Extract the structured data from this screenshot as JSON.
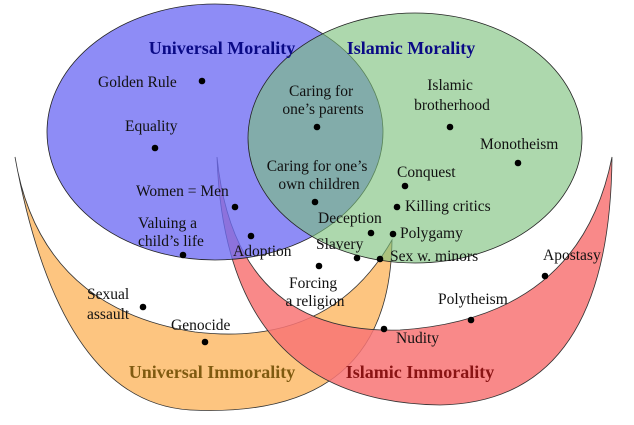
{
  "regions": {
    "universal_morality": {
      "title": "Universal Morality",
      "fill": "#6e6cf4",
      "title_color": "#0a0a86"
    },
    "islamic_morality": {
      "title": "Islamic Morality",
      "fill": "#7bc07b",
      "title_color": "#0a0a86"
    },
    "universal_immorality": {
      "title": "Universal Immorality",
      "fill": "#fdc279",
      "title_color": "#7f5a10"
    },
    "islamic_immorality": {
      "title": "Islamic Immorality",
      "fill": "#f87474",
      "title_color": "#8a1414"
    }
  },
  "items": {
    "golden_rule": [
      "Golden Rule"
    ],
    "equality": [
      "Equality"
    ],
    "women_equal_men": [
      "Women = Men"
    ],
    "valuing_childs_life": [
      "Valuing a",
      "child’s life"
    ],
    "caring_parents": [
      "Caring for",
      "one’s parents"
    ],
    "caring_children": [
      "Caring for one’s",
      "own children"
    ],
    "islamic_brotherhood": [
      "Islamic",
      "brotherhood"
    ],
    "monotheism": [
      "Monotheism"
    ],
    "conquest": [
      "Conquest"
    ],
    "killing_critics": [
      "Killing critics"
    ],
    "deception": [
      "Deception"
    ],
    "polygamy": [
      "Polygamy"
    ],
    "slavery": [
      "Slavery"
    ],
    "sex_minors": [
      "Sex w. minors"
    ],
    "adoption": [
      "Adoption"
    ],
    "forcing_religion": [
      "Forcing",
      "a religion"
    ],
    "sexual_assault": [
      "Sexual",
      "assault"
    ],
    "genocide": [
      "Genocide"
    ],
    "apostasy": [
      "Apostasy"
    ],
    "polytheism": [
      "Polytheism"
    ],
    "nudity": [
      "Nudity"
    ]
  }
}
